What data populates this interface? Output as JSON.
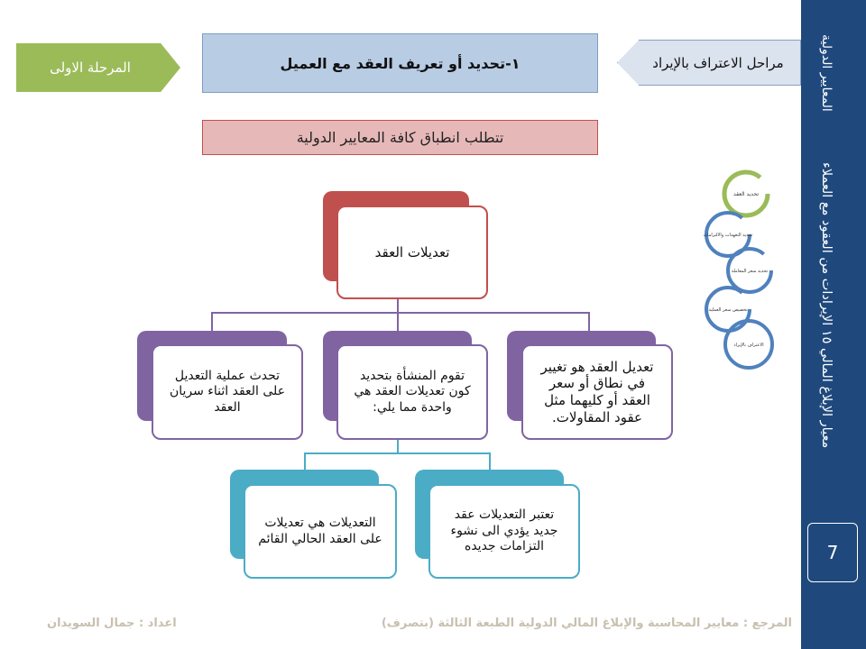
{
  "sidebar": {
    "title_top": "المعايير الدولية",
    "title_main": "معيار الإبلاغ المالي ١٥ الإيرادات من العقود مع العملاء",
    "page_number": "7"
  },
  "header": {
    "stage_label": "مراحل الاعتراف بالإيراد",
    "banner_title": "١-تحديد أو تعريف العقد مع العميل",
    "phase_label": "المرحلة الاولى",
    "requirement": "تتطلب انطباق كافة المعايير الدولية"
  },
  "steps": [
    "تحديد العقد",
    "تحديد التعهدات والالتزامات",
    "تحديد سعر المعاملة",
    "تخصيص سعر العملية",
    "الاعتراف بالإيراد"
  ],
  "diagram": {
    "root": "تعديلات العقد",
    "level2": [
      "تعديل العقد هو تغيير في نطاق أو سعر العقد أو كليهما مثل عقود المقاولات.",
      "تقوم المنشأة بتحديد كون تعديلات العقد هي واحدة مما يلي:",
      "تحدث عملية التعديل على العقد اثناء سريان العقد"
    ],
    "level3": [
      "تعتبر التعديلات عقد جديد يؤدي الى نشوء التزامات جديده",
      "التعديلات هي تعديلات على العقد الحالي القائم"
    ]
  },
  "footer": {
    "reference": "المرجع : معايير المحاسبة والإبلاغ المالي الدولية الطبعة الثالثة (بتصرف)",
    "author": "اعداد : جمال السويدان"
  },
  "colors": {
    "sidebar": "#1f497d",
    "red": "#c0504d",
    "purple": "#8064a2",
    "teal": "#4bacc6",
    "green": "#9bbb59",
    "blue": "#4f81bd"
  }
}
